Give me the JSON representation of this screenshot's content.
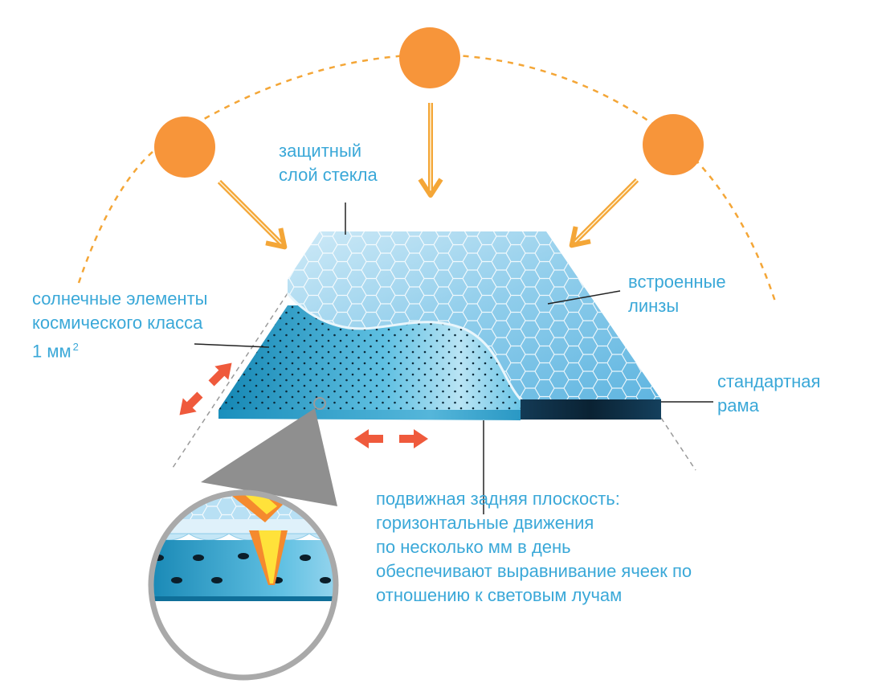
{
  "labels": {
    "glass": [
      "защитный",
      "слой стекла"
    ],
    "lenses": [
      "встроенные",
      "линзы"
    ],
    "cells": [
      "солнечные элементы",
      "космического класса",
      "1 мм"
    ],
    "cells_sup": "2",
    "frame": [
      "стандартная",
      "рама"
    ],
    "backplane": [
      "подвижная задняя плоскость:",
      "горизонтальные движения",
      "по несколько мм в день",
      "обеспечивают выравнивание ячеек по",
      "отношению к световым лучам"
    ]
  },
  "icons": {
    "sun": "sun-icon",
    "arrow": "ray-arrow-icon",
    "move": "double-arrow-icon"
  },
  "colors": {
    "sun": "#f7953a",
    "ray": "#f4a637",
    "text": "#3aa8d8",
    "panel": "#1e8fb8",
    "lens": "#9cd3ef",
    "frame": "#0d2a3e",
    "move_arrow": "#ef5a3c"
  }
}
